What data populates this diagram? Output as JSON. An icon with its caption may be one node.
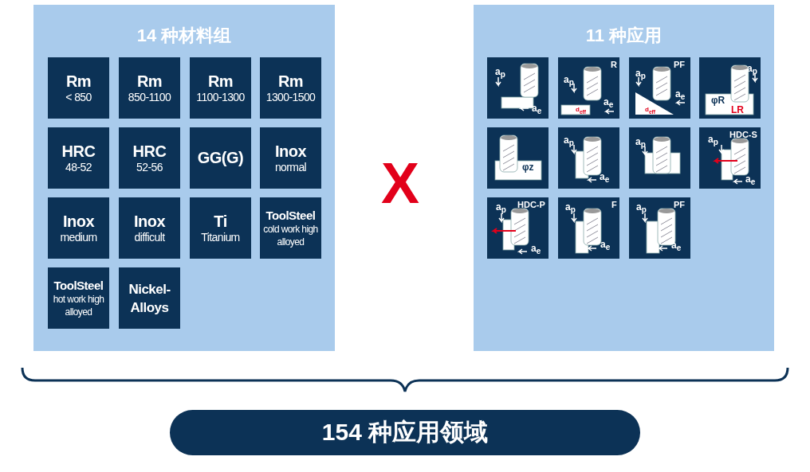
{
  "diagram": {
    "nodes": [
      {
        "text": [
          "14 种材料组"
        ]
      },
      {
        "text": [
          "Rm",
          "< 850"
        ],
        "in": 0
      },
      {
        "text": [
          "Rm",
          "850-1100"
        ],
        "in": 0
      },
      {
        "text": [
          "Rm",
          "1100-1300"
        ],
        "in": 0
      },
      {
        "text": [
          "Rm",
          "1300-1500"
        ],
        "in": 0
      },
      {
        "text": [
          "HRC",
          "48-52"
        ],
        "in": 0
      },
      {
        "text": [
          "HRC",
          "52-56"
        ],
        "in": 0
      },
      {
        "text": [
          "GG(G)"
        ],
        "in": 0
      },
      {
        "text": [
          "Inox",
          "normal"
        ],
        "in": 0
      },
      {
        "text": [
          "Inox",
          "medium"
        ],
        "in": 0
      },
      {
        "text": [
          "Inox",
          "difficult"
        ],
        "in": 0
      },
      {
        "text": [
          "Ti",
          "Titanium"
        ],
        "in": 0
      },
      {
        "text": [
          "ToolSteel",
          "cold work high alloyed"
        ],
        "in": 0
      },
      {
        "text": [
          "ToolSteel",
          "hot work high alloyed"
        ],
        "in": 0
      },
      {
        "text": [
          "Nickel- Alloys"
        ],
        "in": 0
      },
      {
        "text": [
          "11 种应用"
        ]
      },
      {
        "text": [
          "a$_{p}$",
          "a$_{e}$"
        ],
        "in": 15
      },
      {
        "text": [
          "R",
          "a$_{p}$",
          "d$_{eff}$",
          "a$_{e}$"
        ],
        "in": 15
      },
      {
        "text": [
          "PF",
          "a$_{p}$",
          "d$_{eff}$",
          "a$_{e}$"
        ],
        "in": 15
      },
      {
        "text": [
          "a$_{p}$",
          "φR",
          "LR"
        ],
        "in": 15
      },
      {
        "text": [
          "φz"
        ],
        "in": 15
      },
      {
        "text": [
          "a$_{p}$",
          "a$_{e}$"
        ],
        "in": 15
      },
      {
        "text": [
          "a$_{p}$"
        ],
        "in": 15
      },
      {
        "text": [
          "HDC-S",
          "a$_{p}$",
          "a$_{e}$"
        ],
        "in": 15
      },
      {
        "text": [
          "HDC-P",
          "a$_{p}$",
          "a$_{e}$"
        ],
        "in": 15
      },
      {
        "text": [
          "F",
          "a$_{p}$",
          "a$_{e}$"
        ],
        "in": 15
      },
      {
        "text": [
          "PF",
          "a$_{p}$",
          "a$_{e}$"
        ],
        "in": 15
      },
      {
        "text": [
          "154 种应用领域"
        ]
      }
    ],
    "labels": [
      "X"
    ]
  }
}
